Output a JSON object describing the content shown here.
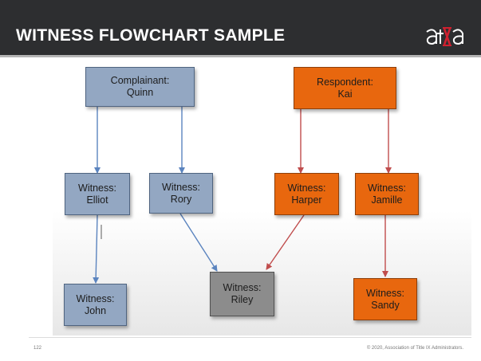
{
  "header": {
    "title": "WITNESS FLOWCHART SAMPLE",
    "logo_text": "atixa"
  },
  "nodes": {
    "complainant": {
      "role": "Complainant:",
      "name": "Quinn"
    },
    "respondent": {
      "role": "Respondent:",
      "name": "Kai"
    },
    "elliot": {
      "role": "Witness:",
      "name": "Elliot"
    },
    "rory": {
      "role": "Witness:",
      "name": "Rory"
    },
    "harper": {
      "role": "Witness:",
      "name": "Harper"
    },
    "jamille": {
      "role": "Witness:",
      "name": "Jamille"
    },
    "john": {
      "role": "Witness:",
      "name": "John"
    },
    "riley": {
      "role": "Witness:",
      "name": "Riley"
    },
    "sandy": {
      "role": "Witness:",
      "name": "Sandy"
    }
  },
  "colors": {
    "complainant_side": "#93a7c2",
    "respondent_side": "#e8670e",
    "shared": "#8c8c8c",
    "blue_arrow": "#5b84bf",
    "red_arrow": "#c04d4d"
  },
  "footer": {
    "slide_number": "122",
    "copyright": "© 2020, Association of Title IX Administrators."
  }
}
